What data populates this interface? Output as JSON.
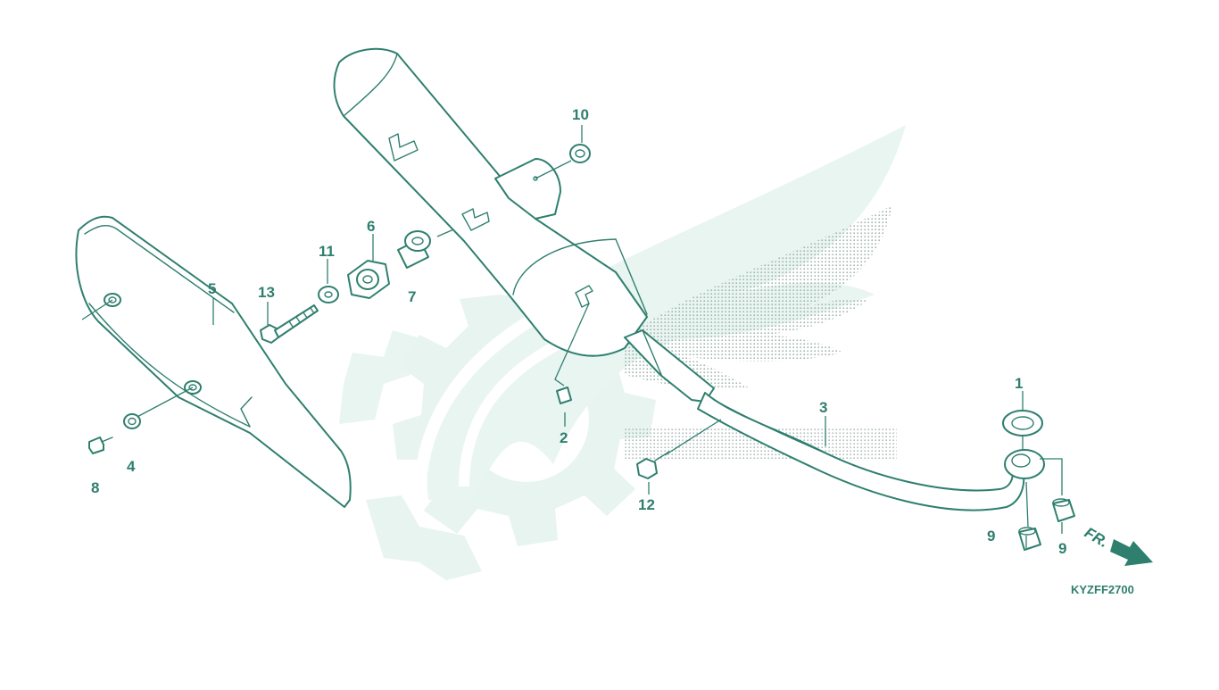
{
  "diagram": {
    "drawing_code": "KYZFF2700",
    "front_marker": "FR.",
    "colors": {
      "line": "#2f7f6f",
      "watermark_light": "#e7f4ef",
      "watermark_dots": "#9fb3ad"
    },
    "callouts": [
      {
        "id": "1",
        "part": "gasket"
      },
      {
        "id": "2",
        "part": "clip-nut"
      },
      {
        "id": "3",
        "part": "exhaust-pipe"
      },
      {
        "id": "4",
        "part": "grommet"
      },
      {
        "id": "5",
        "part": "muffler-protector"
      },
      {
        "id": "6",
        "part": "collar-bushing"
      },
      {
        "id": "7",
        "part": "collar"
      },
      {
        "id": "8",
        "part": "screw"
      },
      {
        "id": "9a",
        "label": "9",
        "part": "cap-nut"
      },
      {
        "id": "9b",
        "label": "9",
        "part": "cap-nut"
      },
      {
        "id": "10",
        "part": "grommet"
      },
      {
        "id": "11",
        "part": "washer"
      },
      {
        "id": "12",
        "part": "bolt"
      },
      {
        "id": "13",
        "part": "bolt"
      }
    ]
  }
}
